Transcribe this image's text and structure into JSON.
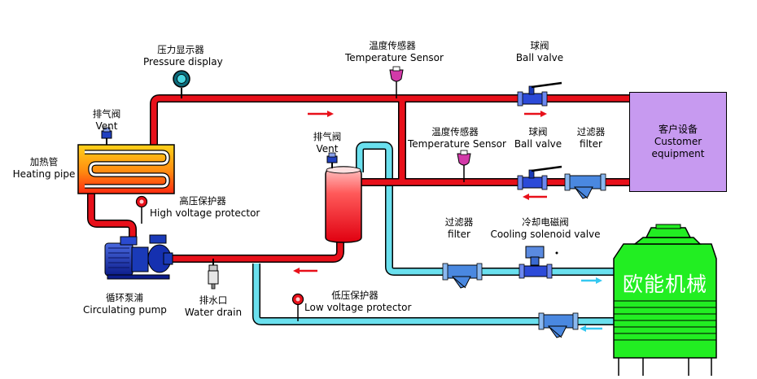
{
  "labels": {
    "pressure_display": {
      "cn": "压力显示器",
      "en": "Pressure display"
    },
    "vent_heater": {
      "cn": "排气阀",
      "en": "Vent"
    },
    "heating_pipe": {
      "cn": "加热管",
      "en": "Heating pipe"
    },
    "high_voltage_protector": {
      "cn": "高压保护器",
      "en": "High voltage protector"
    },
    "circulating_pump": {
      "cn": "循环泵浦",
      "en": "Circulating pump"
    },
    "water_drain": {
      "cn": "排水口",
      "en": "Water drain"
    },
    "vent_tank": {
      "cn": "排气阀",
      "en": "Vent"
    },
    "temp_sensor_top": {
      "cn": "温度传感器",
      "en": "Temperature Sensor"
    },
    "temp_sensor_mid": {
      "cn": "温度传感器",
      "en": "Temperature Sensor"
    },
    "ball_valve_top": {
      "cn": "球阀",
      "en": "Ball valve"
    },
    "ball_valve_mid": {
      "cn": "球阀",
      "en": "Ball valve"
    },
    "filter_right": {
      "cn": "过滤器",
      "en": "filter"
    },
    "filter_lower": {
      "cn": "过滤器",
      "en": "filter"
    },
    "cooling_solenoid_valve": {
      "cn": "冷却电磁阀",
      "en": "Cooling solenoid valve"
    },
    "low_voltage_protector": {
      "cn": "低压保护器",
      "en": "Low voltage protector"
    },
    "customer_equipment": {
      "cn": "客户设备",
      "en": "Customer equipment"
    }
  },
  "tower_brand": "欧能机械",
  "colors": {
    "hot_pipe": "#e8101a",
    "cold_pipe": "#6ae0ee",
    "customer_box": "#c79af0",
    "cooling_tower": "#22ee22",
    "pump": "#1830b0",
    "flow_arrow_red": "#e8101a",
    "flow_arrow_cyan": "#35c8f0"
  }
}
